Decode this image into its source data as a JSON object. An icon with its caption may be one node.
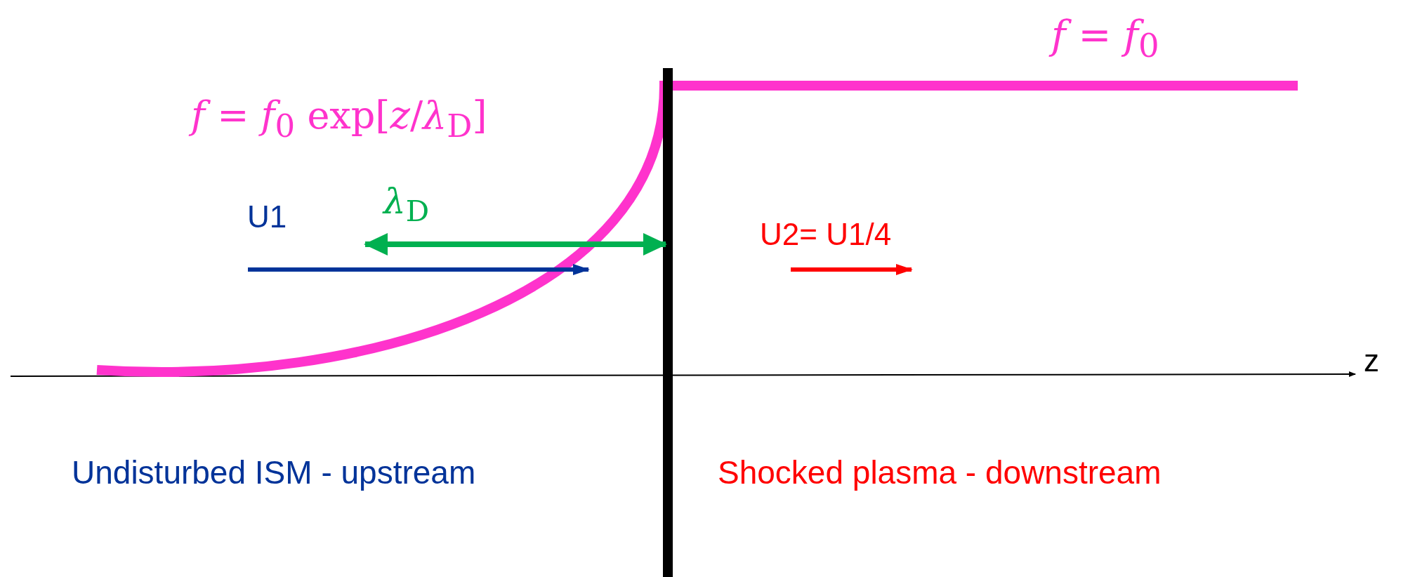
{
  "diagram": {
    "labels": [
      "*f* = *f*$_{0}$",
      "*f* = *f*$_{0}$ exp[*z*/*λ*$_{D}$]",
      "U1",
      "*λ*$_{D}$",
      "U2= U1/4",
      "z",
      "Undisturbed ISM - upstream",
      "Shocked plasma - downstream"
    ]
  }
}
